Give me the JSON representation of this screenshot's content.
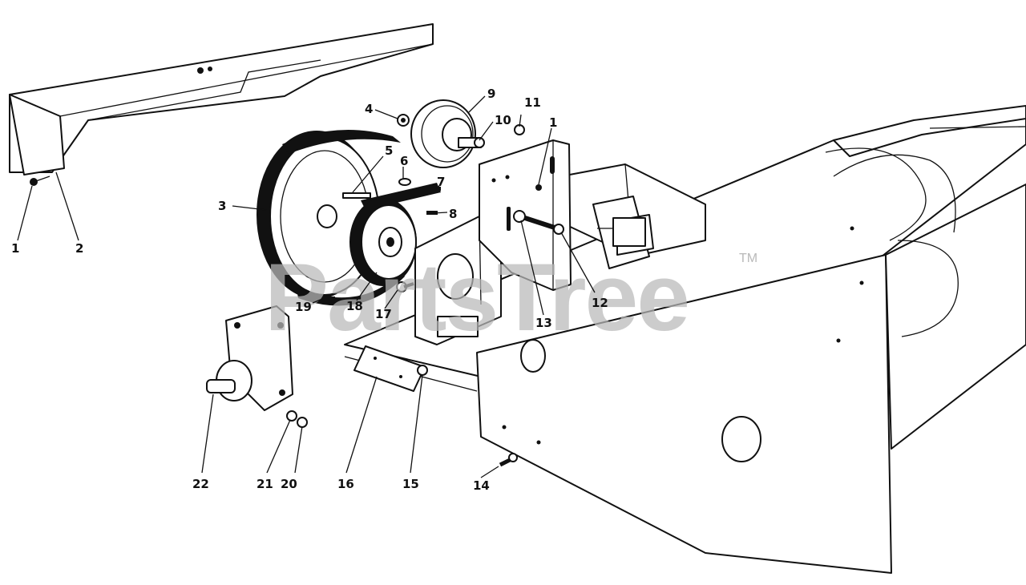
{
  "watermark": {
    "text": "PartsTree",
    "mark": "TM"
  },
  "callouts": {
    "c1a": "1",
    "c2": "2",
    "c3": "3",
    "c4": "4",
    "c5": "5",
    "c6": "6",
    "c7": "7",
    "c8": "8",
    "c9": "9",
    "c10": "10",
    "c11": "11",
    "c1b": "1",
    "c12": "12",
    "c13": "13",
    "c14": "14",
    "c15": "15",
    "c16": "16",
    "c17": "17",
    "c18": "18",
    "c19": "19",
    "c20": "20",
    "c21": "21",
    "c22": "22"
  }
}
